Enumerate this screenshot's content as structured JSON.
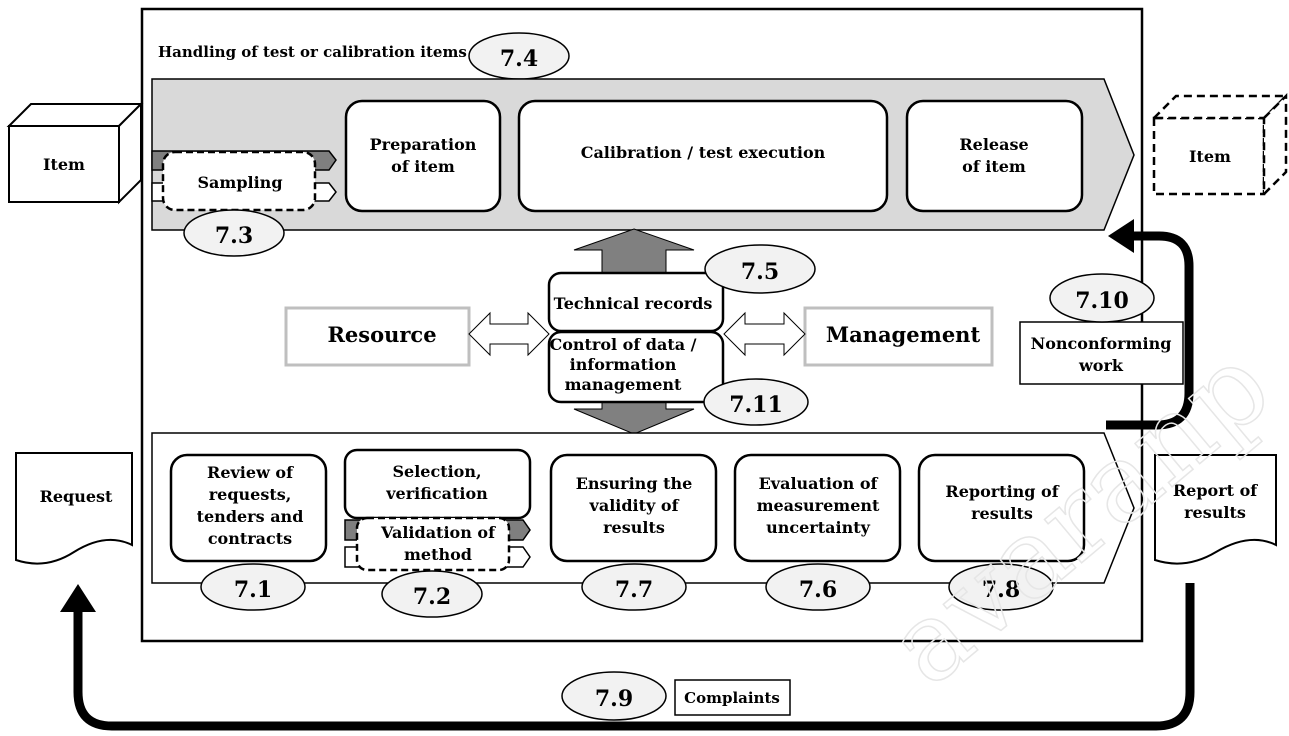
{
  "header": {
    "title": "Handling of test or calibration items",
    "code": "7.4"
  },
  "left_item": {
    "label": "Item"
  },
  "right_item": {
    "label": "Item"
  },
  "top_process": {
    "sampling": {
      "label": "Sampling",
      "code": "7.3"
    },
    "preparation": {
      "line1": "Preparation",
      "line2": "of item"
    },
    "execution": {
      "label": "Calibration / test execution"
    },
    "release": {
      "line1": "Release",
      "line2": "of item"
    }
  },
  "middle": {
    "technical_records": {
      "label": "Technical records",
      "code": "7.5"
    },
    "data_control": {
      "line1": "Control of data /",
      "line2": "information",
      "line3": "management",
      "code": "7.11"
    },
    "resource": {
      "label": "Resource"
    },
    "management": {
      "label": "Management"
    }
  },
  "nonconforming": {
    "line1": "Nonconforming",
    "line2": "work",
    "code": "7.10"
  },
  "bottom_process": {
    "review": {
      "line1": "Review of",
      "line2": "requests,",
      "line3": "tenders and",
      "line4": "contracts",
      "code": "7.1"
    },
    "selection": {
      "line1": "Selection,",
      "line2": "verification"
    },
    "validation": {
      "line1": "Validation of",
      "line2": "method",
      "code": "7.2"
    },
    "validity": {
      "line1": "Ensuring the",
      "line2": "validity of",
      "line3": "results",
      "code": "7.7"
    },
    "uncertainty": {
      "line1": "Evaluation of",
      "line2": "measurement",
      "line3": "uncertainty",
      "code": "7.6"
    },
    "reporting": {
      "line1": "Reporting of",
      "line2": "results",
      "code": "7.8"
    }
  },
  "request": {
    "label": "Request"
  },
  "report": {
    "line1": "Report of",
    "line2": "results"
  },
  "complaints": {
    "label": "Complaints",
    "code": "7.9"
  },
  "watermark": {
    "text": "avaranp"
  }
}
